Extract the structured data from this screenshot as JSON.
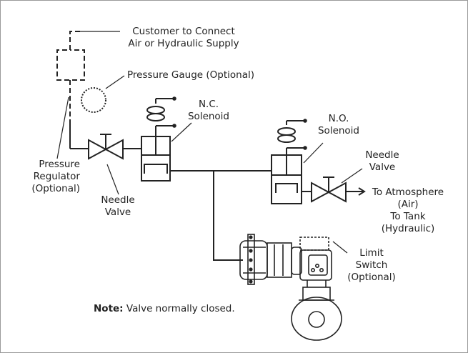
{
  "labels": {
    "customer_line1": "Customer to Connect",
    "customer_line2": "Air or Hydraulic Supply",
    "pressure_gauge": "Pressure Gauge (Optional)",
    "nc_line1": "N.C.",
    "nc_line2": "Solenoid",
    "no_line1": "N.O.",
    "no_line2": "Solenoid",
    "regulator_line1": "Pressure",
    "regulator_line2": "Regulator",
    "regulator_line3": "(Optional)",
    "needle_left_line1": "Needle",
    "needle_left_line2": "Valve",
    "needle_right_line1": "Needle",
    "needle_right_line2": "Valve",
    "atmosphere_line1": "To Atmosphere",
    "atmosphere_line2": "(Air)",
    "tank_line1": "To Tank",
    "tank_line2": "(Hydraulic)",
    "limit_line1": "Limit",
    "limit_line2": "Switch",
    "limit_line3": "(Optional)",
    "note_bold": "Note:",
    "note_text": " Valve normally closed."
  }
}
